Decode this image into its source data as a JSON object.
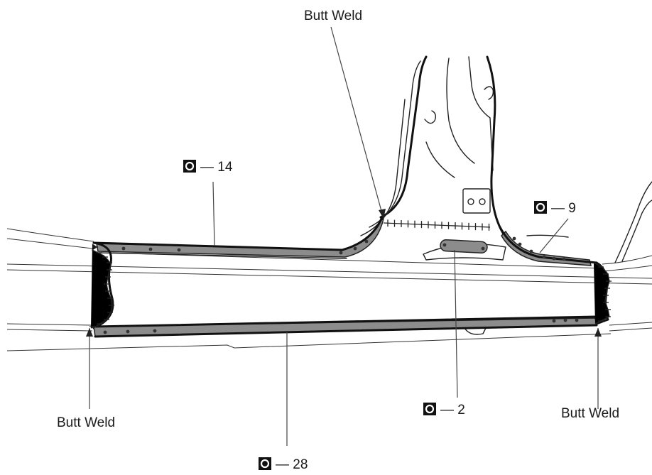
{
  "labels": {
    "butt_weld_top": "Butt Weld",
    "butt_weld_left": "Butt Weld",
    "butt_weld_right": "Butt Weld"
  },
  "callouts": {
    "upper_flange": "— 14",
    "lower_flange": "— 28",
    "center_plug": "— 2",
    "right_flange": "— 9"
  },
  "icons": {
    "spot_weld_symbol": "spot-weld-icon"
  },
  "colors": {
    "weld_band": "#8c8c8c",
    "outline": "#222222",
    "symbol": "#111111"
  }
}
